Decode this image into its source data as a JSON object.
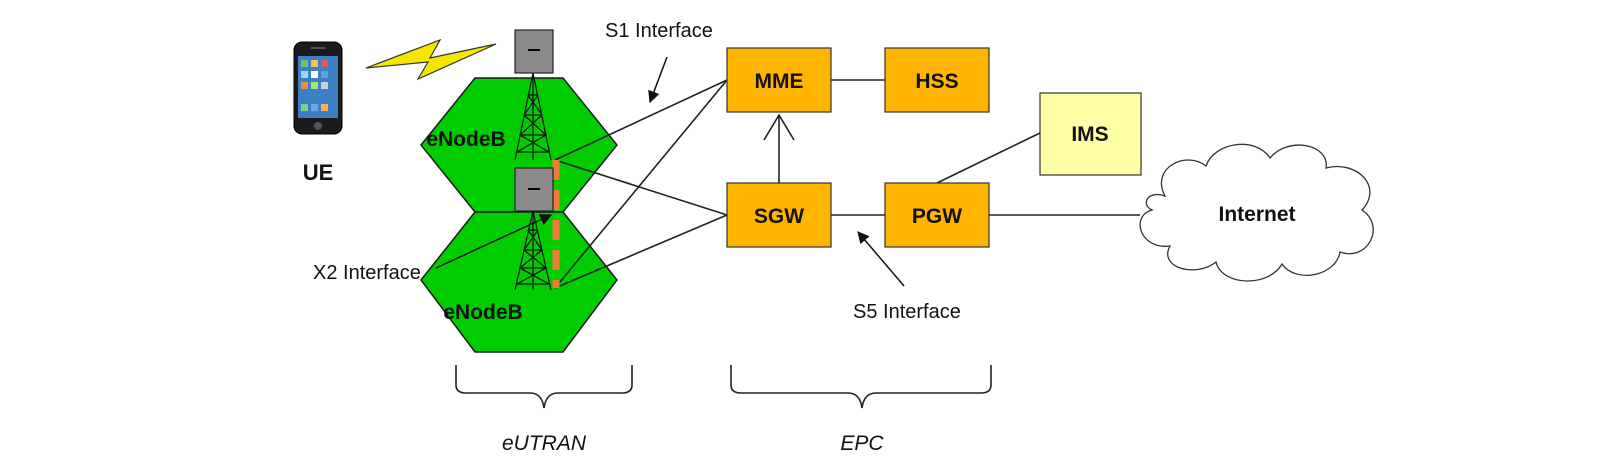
{
  "nodes": {
    "ue": "UE",
    "enodeb_top": "eNodeB",
    "enodeb_bottom": "eNodeB",
    "mme": "MME",
    "hss": "HSS",
    "sgw": "SGW",
    "pgw": "PGW",
    "ims": "IMS",
    "internet": "Internet"
  },
  "interfaces": {
    "s1": "S1 Interface",
    "x2": "X2 Interface",
    "s5": "S5 Interface"
  },
  "groups": {
    "eutran": "eUTRAN",
    "epc": "EPC"
  },
  "colors": {
    "epc_box": "#FFB400",
    "ims_box": "#FFFFA6",
    "cell": "#00CC00",
    "x2_link": "#F07A3A",
    "lightning": "#F5E600"
  }
}
